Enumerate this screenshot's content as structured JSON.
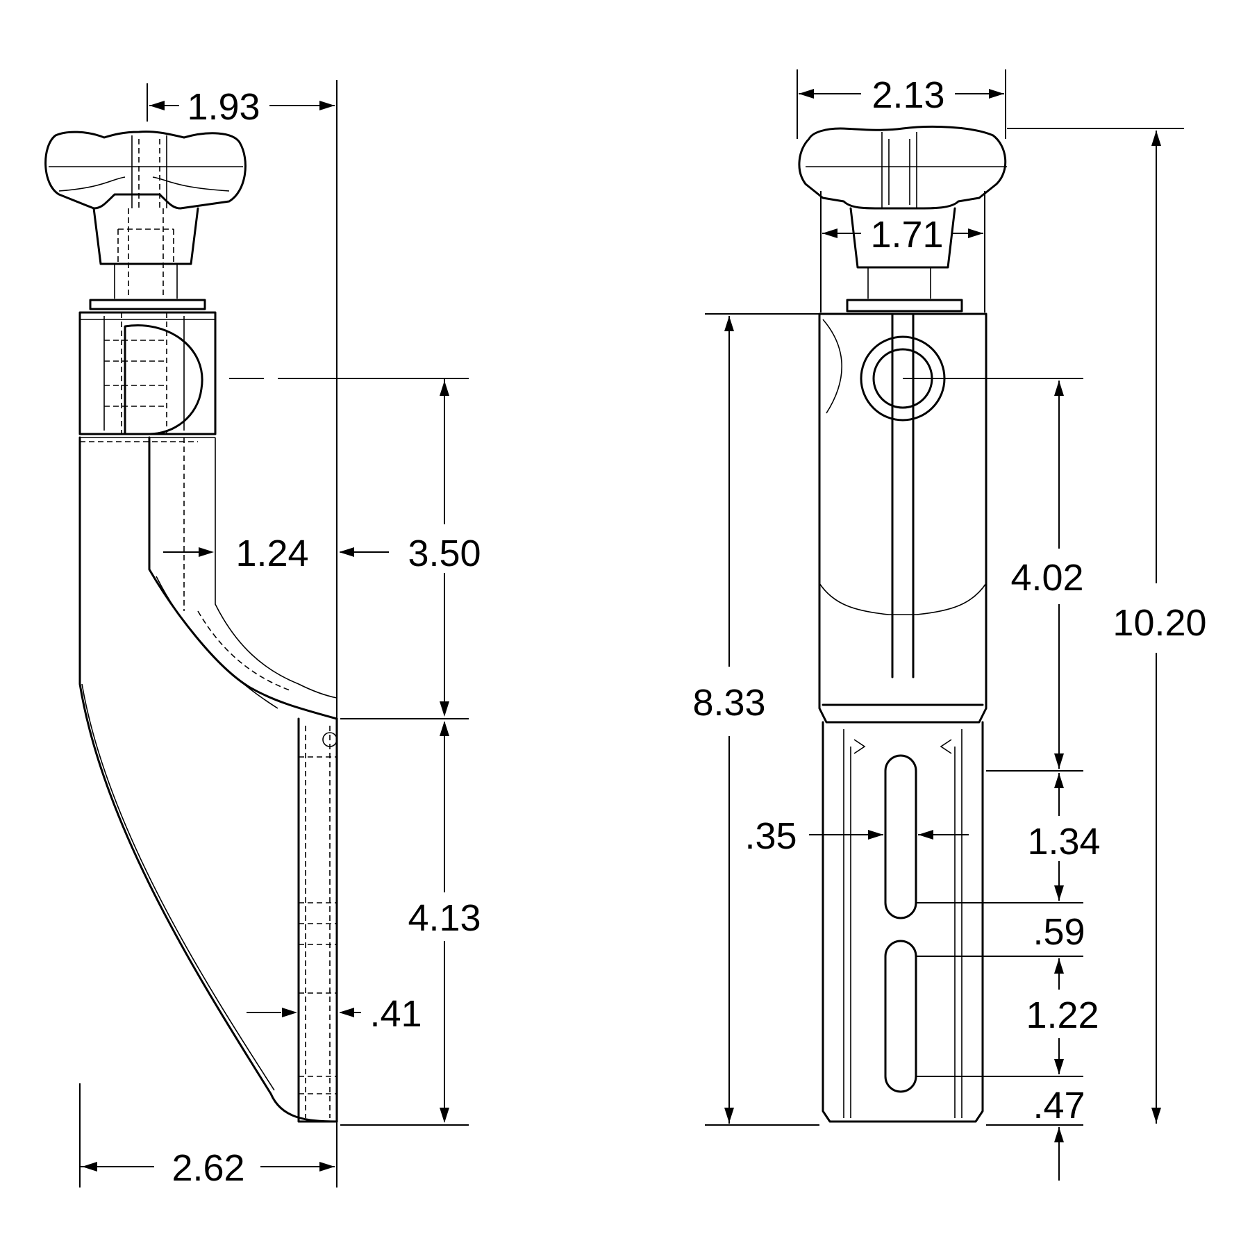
{
  "side_view": {
    "dims": {
      "knob_offset": "1.93",
      "overall_depth": "2.62",
      "throat_width": "1.24",
      "upper_height": "3.50",
      "lower_height": "4.13",
      "plate_thickness": ".41"
    }
  },
  "front_view": {
    "dims": {
      "knob_width": "2.13",
      "knob_base_width": "1.71",
      "body_height": "8.33",
      "slot_width": ".35",
      "upper_span": "4.02",
      "overall_height": "10.20",
      "slot1_length": "1.34",
      "slot_gap": ".59",
      "slot2_length": "1.22",
      "bottom_margin": ".47"
    }
  }
}
